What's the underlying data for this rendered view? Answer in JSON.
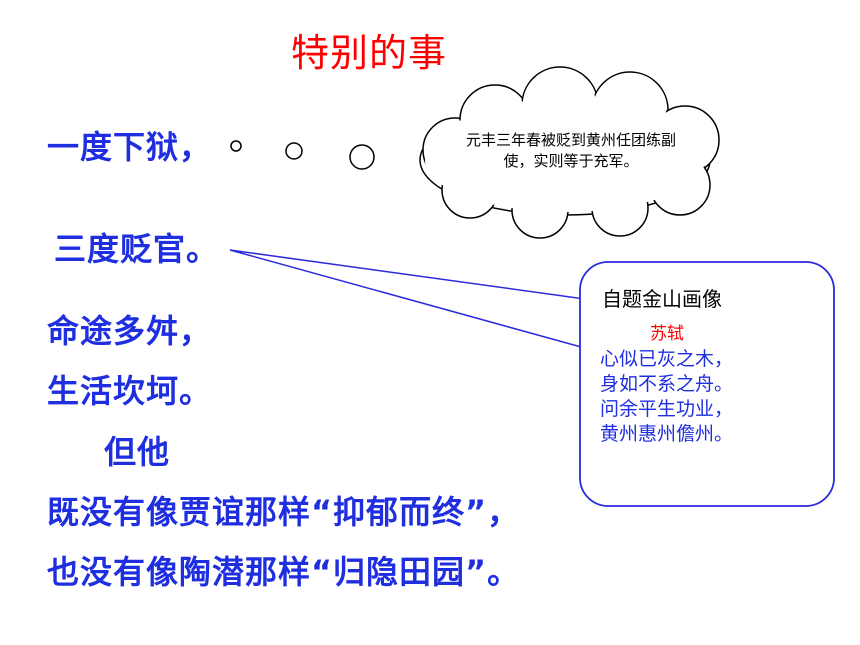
{
  "title": "特别的事",
  "lines": {
    "l1": "一度下狱，",
    "l2": "三度贬官。",
    "l3": "命途多舛，",
    "l4": "生活坎坷。",
    "l5": "但他",
    "l6": "既没有像贾谊那样“抑郁而终”，",
    "l7": "也没有像陶潜那样“归隐田园”。"
  },
  "cloud": {
    "text": "元丰三年春被贬到黄州任团练副使，实则等于充军。"
  },
  "callout": {
    "title": "自题金山画像",
    "author": "苏轼",
    "poem": "心似已灰之木，\n身如不系之舟。\n问余平生功业，\n黄州惠州儋州。"
  },
  "colors": {
    "title": "#ff0000",
    "body_text": "#1f2fe0",
    "author": "#ff0000",
    "callout_border": "#2b2bdc"
  }
}
